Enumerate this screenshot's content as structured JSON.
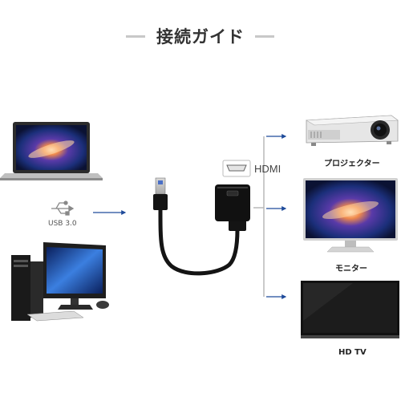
{
  "title": "接続ガイド",
  "ports": {
    "usb_label": "USB 3.0",
    "hdmi_label": "HDMI"
  },
  "outputs": [
    {
      "label": "プロジェクター",
      "icon": "projector-icon"
    },
    {
      "label": "モニター",
      "icon": "monitor-icon"
    },
    {
      "label": "HD TV",
      "icon": "tv-icon"
    }
  ],
  "sources": [
    {
      "icon": "laptop-icon"
    },
    {
      "icon": "desktop-pc-icon"
    }
  ],
  "colors": {
    "arrow": "#1e4a9a",
    "connector_line": "#b8b8b8",
    "title_dash": "#c8c8c8",
    "device_dark": "#1a1a1a",
    "screen_galaxy": "#1b3a8c"
  }
}
